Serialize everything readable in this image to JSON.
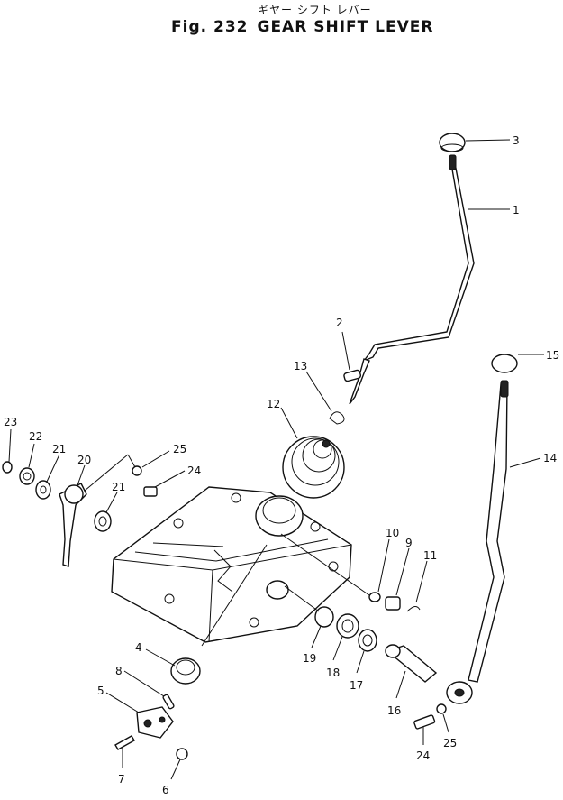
{
  "title": {
    "japanese": "ギヤー シフト レバー",
    "fig_label": "Fig. 232",
    "english": "GEAR SHIFT LEVER"
  },
  "callouts": [
    {
      "id": "c3",
      "text": "3"
    },
    {
      "id": "c1",
      "text": "1"
    },
    {
      "id": "c2",
      "text": "2"
    },
    {
      "id": "c15",
      "text": "15"
    },
    {
      "id": "c13",
      "text": "13"
    },
    {
      "id": "c12",
      "text": "12"
    },
    {
      "id": "c14",
      "text": "14"
    },
    {
      "id": "c23",
      "text": "23"
    },
    {
      "id": "c22",
      "text": "22"
    },
    {
      "id": "c21a",
      "text": "21"
    },
    {
      "id": "c20",
      "text": "20"
    },
    {
      "id": "c25a",
      "text": "25"
    },
    {
      "id": "c24a",
      "text": "24"
    },
    {
      "id": "c21b",
      "text": "21"
    },
    {
      "id": "c10",
      "text": "10"
    },
    {
      "id": "c9",
      "text": "9"
    },
    {
      "id": "c11",
      "text": "11"
    },
    {
      "id": "c4",
      "text": "4"
    },
    {
      "id": "c19",
      "text": "19"
    },
    {
      "id": "c18",
      "text": "18"
    },
    {
      "id": "c17",
      "text": "17"
    },
    {
      "id": "c8",
      "text": "8"
    },
    {
      "id": "c5",
      "text": "5"
    },
    {
      "id": "c16",
      "text": "16"
    },
    {
      "id": "c7",
      "text": "7"
    },
    {
      "id": "c6",
      "text": "6"
    },
    {
      "id": "c24b",
      "text": "24"
    },
    {
      "id": "c25b",
      "text": "25"
    }
  ]
}
